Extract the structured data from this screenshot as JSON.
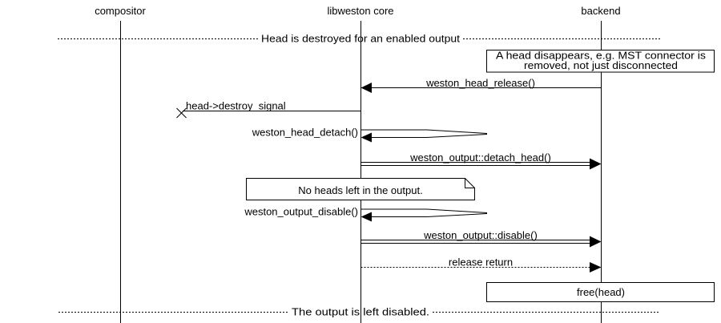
{
  "colors": {
    "foreground": "#000000",
    "background": "#ffffff"
  },
  "participants": [
    {
      "name": "compositor"
    },
    {
      "name": "libweston core"
    },
    {
      "name": "backend"
    }
  ],
  "dividers": {
    "top": "Head is destroyed for an enabled output",
    "bottom": "The output is left disabled."
  },
  "notes": {
    "head_disappears": {
      "line1": "A head disappears, e.g. MST connector is",
      "line2": "removed, not just disconnected"
    },
    "no_heads": "No heads left in the output.",
    "free_head": "free(head)"
  },
  "messages": {
    "head_release": "weston_head_release()",
    "destroy_signal": "head->destroy_signal",
    "head_detach": "weston_head_detach()",
    "detach_head": "weston_output::detach_head()",
    "output_disable": "weston_output_disable()",
    "output_disable_call": "weston_output::disable()",
    "release_return": "release return"
  }
}
